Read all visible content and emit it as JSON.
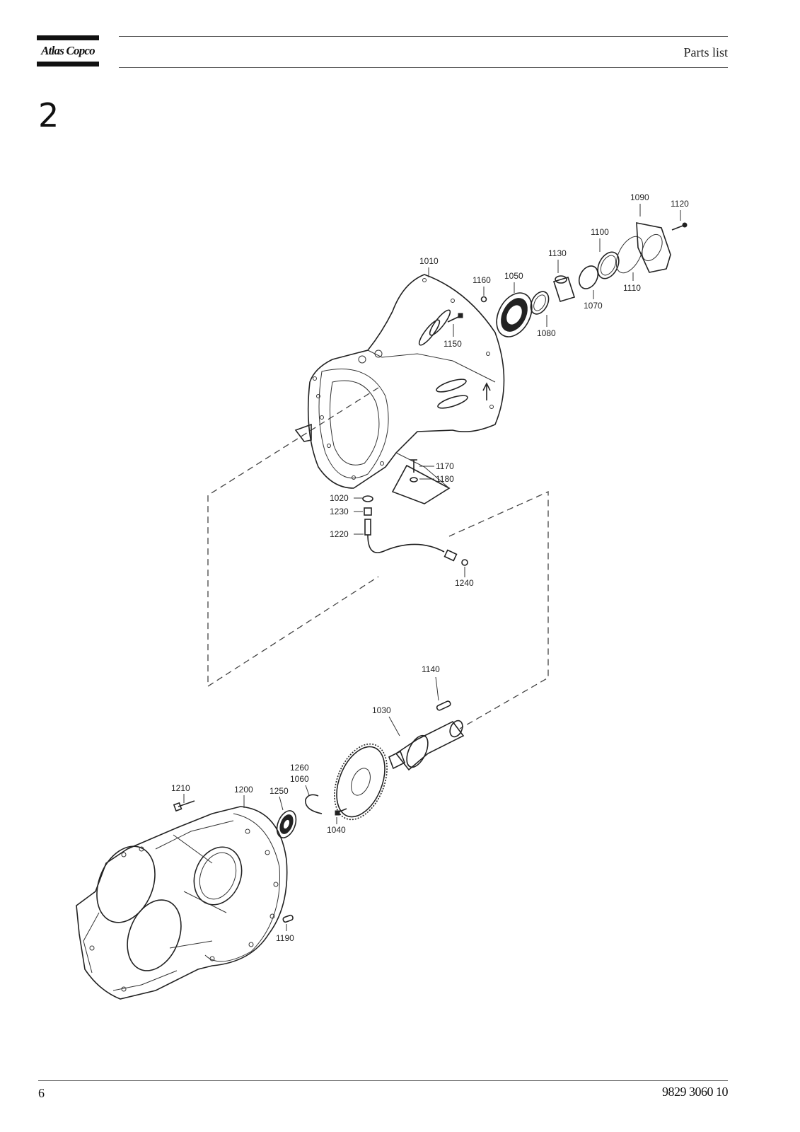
{
  "header": {
    "brand": "Atlas Copco",
    "title": "Parts list"
  },
  "section": {
    "number": "2"
  },
  "callouts": {
    "c1010": "1010",
    "c1020": "1020",
    "c1030": "1030",
    "c1040": "1040",
    "c1050": "1050",
    "c1060": "1060",
    "c1070": "1070",
    "c1080": "1080",
    "c1090": "1090",
    "c1100": "1100",
    "c1110": "1110",
    "c1120": "1120",
    "c1130": "1130",
    "c1140": "1140",
    "c1150": "1150",
    "c1160": "1160",
    "c1170": "1170",
    "c1180": "1180",
    "c1190": "1190",
    "c1200": "1200",
    "c1210": "1210",
    "c1220": "1220",
    "c1230": "1230",
    "c1240": "1240",
    "c1250": "1250",
    "c1260": "1260"
  },
  "footer": {
    "page": "6",
    "doc_number": "9829 3060 10"
  }
}
